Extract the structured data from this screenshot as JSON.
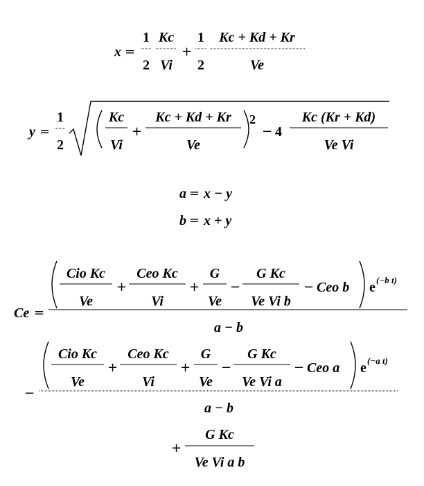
{
  "equations": {
    "x": {
      "lhs": "x",
      "eq": "=",
      "half_num": "1",
      "half_den": "2",
      "f1_num": "Kc",
      "f1_den": "Vi",
      "plus": "+",
      "f2_num": "Kc + Kd + Kr",
      "f2_den": "Ve"
    },
    "y": {
      "lhs": "y",
      "eq": "=",
      "half_num": "1",
      "half_den": "2",
      "f1_num": "Kc",
      "f1_den": "Vi",
      "plus": "+",
      "f2_num": "Kc + Kd + Kr",
      "f2_den": "Ve",
      "exponent": "2",
      "minus": "−",
      "four": "4",
      "f3_num": "Kc (Kr + Kd)",
      "f3_den": "Ve Vi"
    },
    "a": {
      "lhs": "a",
      "eq": "=",
      "rhs": "x − y"
    },
    "b": {
      "lhs": "b",
      "eq": "=",
      "rhs": "x + y"
    },
    "ce": {
      "lhs": "Ce",
      "eq": "=",
      "t1": {
        "f1_num": "Cio Kc",
        "f1_den": "Ve",
        "f2_num": "Ceo Kc",
        "f2_den": "Vi",
        "f3_num": "G",
        "f3_den": "Ve",
        "f4_num": "G Kc",
        "f4_den": "Ve Vi b",
        "tail": "Ceo b",
        "exp_base": "e",
        "exp": "(−b t)",
        "den": "a − b"
      },
      "t2": {
        "sign": "−",
        "f1_num": "Cio Kc",
        "f1_den": "Ve",
        "f2_num": "Ceo Kc",
        "f2_den": "Vi",
        "f3_num": "G",
        "f3_den": "Ve",
        "f4_num": "G Kc",
        "f4_den": "Ve Vi a",
        "tail": "Ceo a",
        "exp_base": "e",
        "exp": "(−a t)",
        "den": "a − b"
      },
      "t3": {
        "sign": "+",
        "num": "G Kc",
        "den": "Ve Vi a b"
      }
    }
  }
}
